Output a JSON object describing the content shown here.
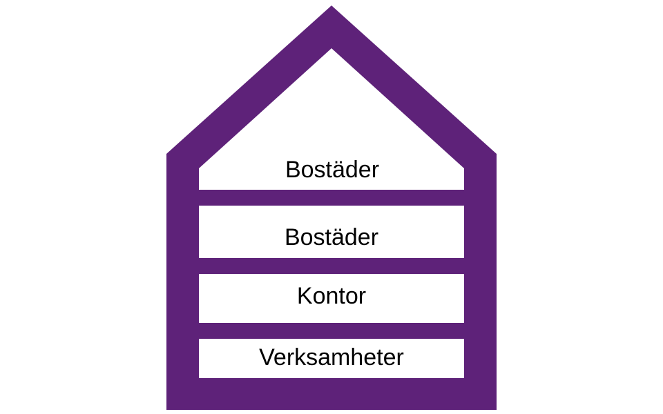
{
  "diagram": {
    "colors": {
      "frame": "#5e2279",
      "floor": "#ffffff",
      "text": "#000000"
    },
    "floors": [
      {
        "label": "Bostäder"
      },
      {
        "label": "Bostäder"
      },
      {
        "label": "Kontor"
      },
      {
        "label": "Verksamheter"
      }
    ]
  }
}
